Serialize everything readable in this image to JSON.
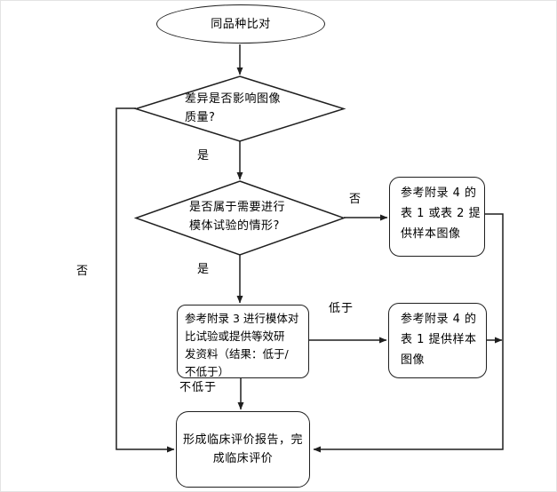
{
  "diagram_type": "flowchart",
  "nodes": {
    "start": {
      "shape": "ellipse",
      "label": "同品种比对"
    },
    "decision1": {
      "shape": "diamond",
      "label": "差异是否影响图像\n质量?"
    },
    "decision2": {
      "shape": "diamond",
      "label": "是否属于需要进行\n模体试验的情形?"
    },
    "ref_table1or2": {
      "shape": "rounded-rect",
      "label": "参考附录 4 的\n表 1 或表 2 提\n供样本图像"
    },
    "phantom_test": {
      "shape": "rounded-rect",
      "label": "参考附录 3 进行模体对\n比试验或提供等效研\n发资料（结果：低于/\n不低于）"
    },
    "ref_table1": {
      "shape": "rounded-rect",
      "label": "参考附录 4 的\n表 1 提供样本\n图像"
    },
    "end": {
      "shape": "rounded-rect",
      "label": "形成临床评价报告，完\n成临床评价"
    }
  },
  "edge_labels": {
    "d1_yes": "是",
    "d1_no": "否",
    "d2_yes": "是",
    "d2_no": "否",
    "lower": "低于",
    "not_lower": "不低于"
  },
  "colors": {
    "line": "#1f1f1f",
    "node_fill": "#ffffff",
    "background": "#ffffff"
  }
}
